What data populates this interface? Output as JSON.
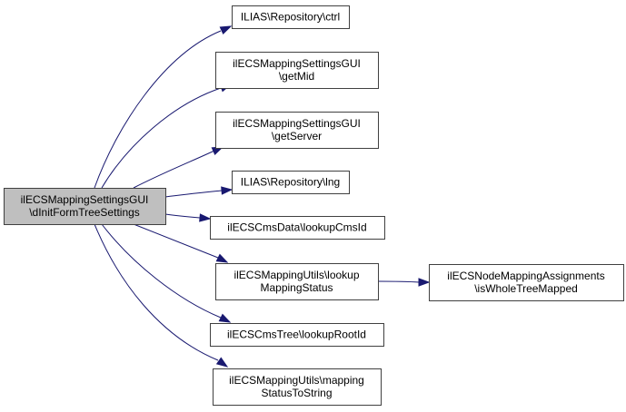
{
  "diagram": {
    "type": "call-graph",
    "colors": {
      "edge": "#191970",
      "source_fill": "#bfbfbf",
      "node_fill": "#ffffff",
      "border": "#404040"
    },
    "nodes": [
      {
        "id": "src",
        "lines": [
          "ilECSMappingSettingsGUI",
          "\\dInitFormTreeSettings"
        ],
        "role": "source"
      },
      {
        "id": "ctrl",
        "lines": [
          "ILIAS\\Repository\\ctrl"
        ]
      },
      {
        "id": "getMid",
        "lines": [
          "ilECSMappingSettingsGUI",
          "\\getMid"
        ]
      },
      {
        "id": "getServer",
        "lines": [
          "ilECSMappingSettingsGUI",
          "\\getServer"
        ]
      },
      {
        "id": "lng",
        "lines": [
          "ILIAS\\Repository\\lng"
        ]
      },
      {
        "id": "lookupCmsId",
        "lines": [
          "ilECSCmsData\\lookupCmsId"
        ]
      },
      {
        "id": "lookupMappingStatus",
        "lines": [
          "ilECSMappingUtils\\lookup",
          "MappingStatus"
        ]
      },
      {
        "id": "isWholeTreeMapped",
        "lines": [
          "ilECSNodeMappingAssignments",
          "\\isWholeTreeMapped"
        ]
      },
      {
        "id": "lookupRootId",
        "lines": [
          "ilECSCmsTree\\lookupRootId"
        ]
      },
      {
        "id": "mappingStatusToString",
        "lines": [
          "ilECSMappingUtils\\mapping",
          "StatusToString"
        ]
      }
    ],
    "edges": [
      {
        "from": "src",
        "to": "ctrl"
      },
      {
        "from": "src",
        "to": "getMid"
      },
      {
        "from": "src",
        "to": "getServer"
      },
      {
        "from": "src",
        "to": "lng"
      },
      {
        "from": "src",
        "to": "lookupCmsId"
      },
      {
        "from": "src",
        "to": "lookupMappingStatus"
      },
      {
        "from": "src",
        "to": "lookupRootId"
      },
      {
        "from": "src",
        "to": "mappingStatusToString"
      },
      {
        "from": "lookupMappingStatus",
        "to": "isWholeTreeMapped"
      }
    ]
  }
}
